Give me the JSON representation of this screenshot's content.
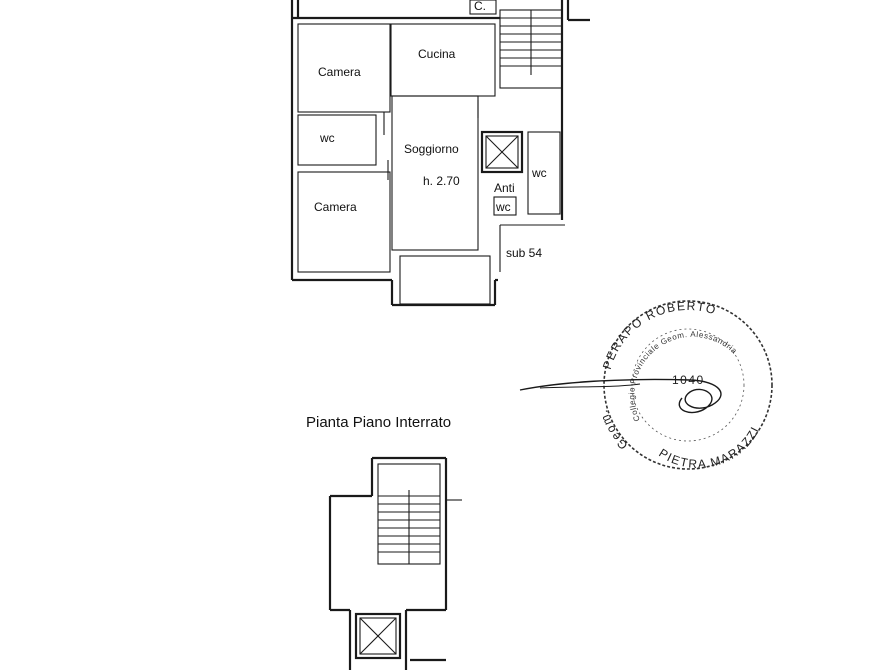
{
  "upper_plan": {
    "rooms": {
      "camera_top": "Camera",
      "cucina": "Cucina",
      "wc_left": "wc",
      "soggiorno": "Soggiorno",
      "height": "h. 2.70",
      "camera_bottom": "Camera",
      "wc_right": "wc",
      "anti": "Anti",
      "wc_small": "wc",
      "sub": "sub 54",
      "closet": "C."
    }
  },
  "lower_plan": {
    "title": "Pianta Piano Interrato"
  },
  "stamp": {
    "outer_top": "PERAPO ROBERTO",
    "outer_left": "Geom.",
    "outer_bottom": "PIETRA MARAZZI",
    "inner": "Collegio Provinciale Geom. Alessandria",
    "number": "1040"
  }
}
